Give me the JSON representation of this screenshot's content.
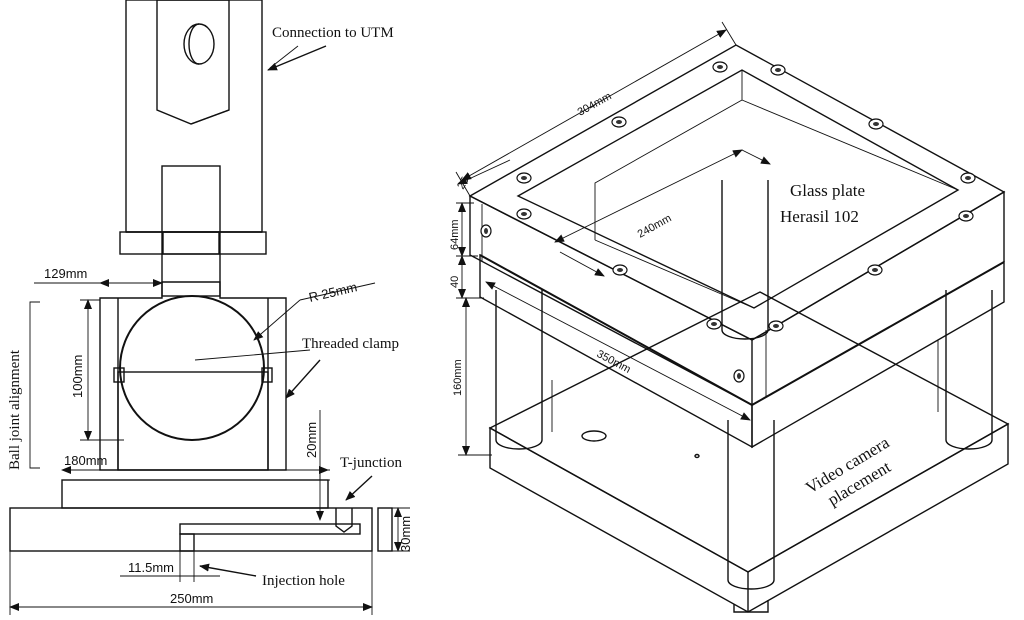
{
  "left_drawing": {
    "connection_label": "Connection to UTM",
    "threaded_clamp_label": "Threaded clamp",
    "t_junction_label": "T-junction",
    "injection_hole_label": "Injection hole",
    "ball_joint_label": "Ball joint alignment",
    "dim_129": "129mm",
    "dim_r25": "R 25mm",
    "dim_100": "100mm",
    "dim_180": "180mm",
    "dim_20": "20mm",
    "dim_30": "30mm",
    "dim_115": "11.5mm",
    "dim_250": "250mm"
  },
  "right_drawing": {
    "glass_label_line1": "Glass plate",
    "glass_label_line2": "Herasil 102",
    "camera_label_line1": "Video camera",
    "camera_label_line2": "placement",
    "dim_304": "304mm",
    "dim_25": "25",
    "dim_240": "240mm",
    "dim_64": "64mm",
    "dim_40": "40",
    "dim_350": "350mm",
    "dim_160": "160mm"
  }
}
